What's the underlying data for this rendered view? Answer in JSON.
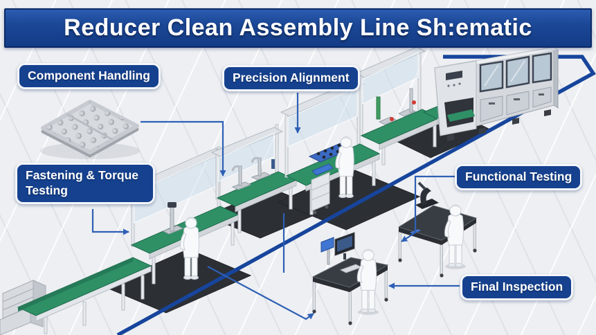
{
  "banner": {
    "title": "Reducer Clean Assembly Line Sh:ematic"
  },
  "callouts": {
    "component_handling": {
      "label": "Component Handling"
    },
    "precision_alignment": {
      "label": "Precision Alignment"
    },
    "fastening_torque_testing": {
      "label": "Fastening & Torque Testing"
    },
    "functional_testing": {
      "label": "Functional Testing"
    },
    "final_inspection": {
      "label": "Final Inspection"
    }
  },
  "colors": {
    "banner_blue": "#1b4796",
    "banner_border": "#0c2a66",
    "callout_blue": "#15418f",
    "callout_border": "#f3f6fa",
    "flow_line_blue": "#17459c",
    "connector_blue": "#2e5fb5",
    "conveyor_green": "#2f9066",
    "conveyor_green_dark": "#1e6a4b",
    "mat_charcoal": "#2c2f34",
    "equipment_gray": "#d5d9de",
    "glass_blue": "#b9c8d5",
    "floor_gray": "#edeff2",
    "alert_red": "#d23c33",
    "tray_blue": "#3a6ac2"
  }
}
